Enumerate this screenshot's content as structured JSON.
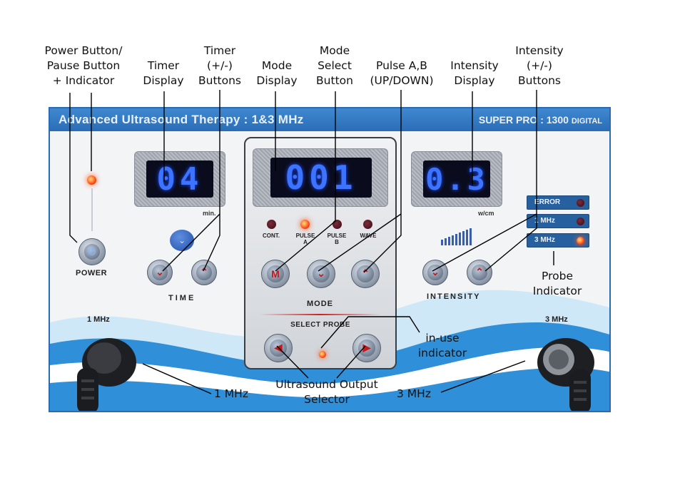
{
  "callouts": {
    "power": "Power Button/\nPause Button\n+ Indicator",
    "timer_display": "Timer\nDisplay",
    "timer_buttons": "Timer\n(+/-)\nButtons",
    "mode_display": "Mode\nDisplay",
    "mode_select": "Mode\nSelect\nButton",
    "pulse": "Pulse A,B\n(UP/DOWN)",
    "intensity_display": "Intensity\nDisplay",
    "intensity_buttons": "Intensity\n(+/-)\nButtons",
    "probe_indicator": "Probe\nIndicator",
    "in_use": "in-use\nindicator",
    "output_selector": "Ultrasound Output\nSelector",
    "left_probe": "1 MHz",
    "right_probe": "3 MHz"
  },
  "device": {
    "title": "Advanced Ultrasound Therapy : 1&3 MHz",
    "model": "SUPER PRO : 1300",
    "model_suffix": "DIGITAL",
    "timer_value": "04",
    "timer_unit": "min.",
    "mode_value": "001",
    "intensity_value": "0.3",
    "intensity_unit": "w/cm",
    "power_label": "POWER",
    "time_label": "TIME",
    "mode_label": "MODE",
    "select_probe_label": "SELECT PROBE",
    "intensity_label": "INTENSITY",
    "left_probe_label": "1 MHz",
    "right_probe_label": "3 MHz",
    "mode_leds": [
      {
        "label": "CONT.",
        "on": false
      },
      {
        "label": "PULSE\nA",
        "on": true
      },
      {
        "label": "PULSE\nB",
        "on": false
      },
      {
        "label": "WAVE",
        "on": false
      }
    ],
    "probe_badges": [
      {
        "label": "ERROR",
        "on": false
      },
      {
        "label": "1 MHz",
        "on": false
      },
      {
        "label": "3 MHz",
        "on": true
      }
    ],
    "mode_button_glyph": "M"
  },
  "colors": {
    "panel_border": "#2b6bb5",
    "display_digits": "#3c74ff",
    "led_on": "#ff4a1a",
    "wave_blue": "#2f8fd8"
  }
}
